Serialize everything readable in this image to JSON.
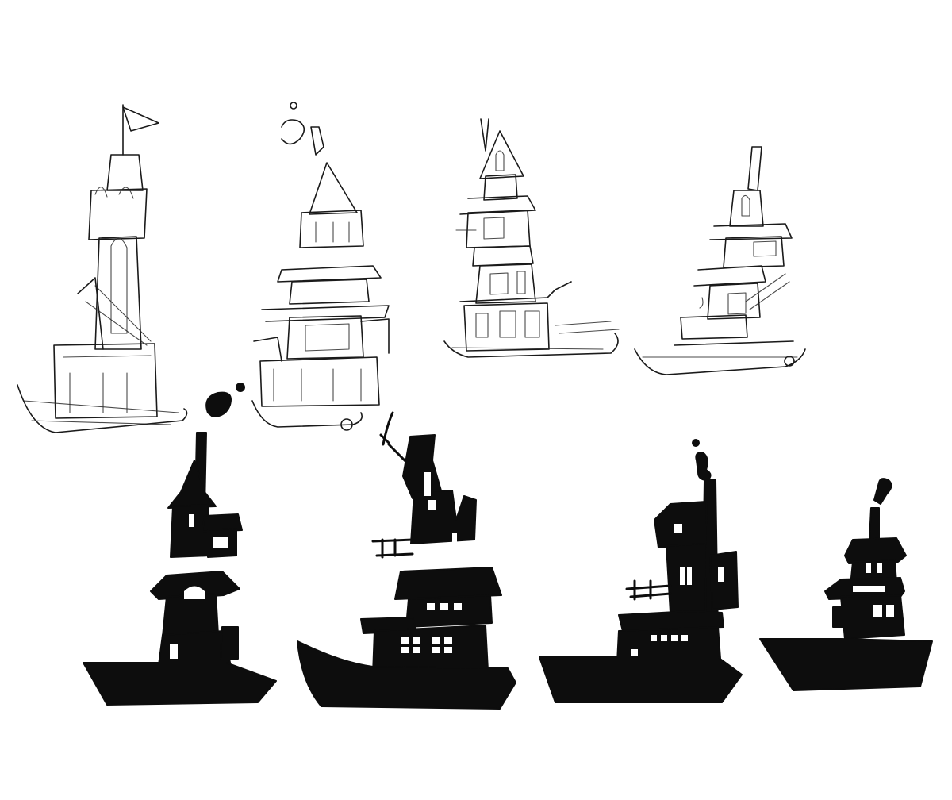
{
  "artwork": {
    "background_color": "#ffffff",
    "ink_color": "#0d0d0d",
    "sketch_rows": [
      {
        "row": "top",
        "style": "line-sketch",
        "count": 4
      },
      {
        "row": "bottom",
        "style": "filled-silhouette",
        "count": 4
      }
    ]
  }
}
